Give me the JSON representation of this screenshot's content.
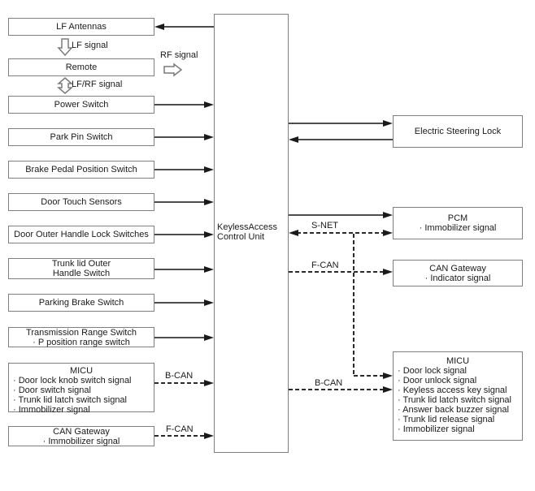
{
  "colors": {
    "background": "#ffffff",
    "box_border": "#7f7f7f",
    "solid_line": "#4d4d4d",
    "dashed_line": "#2b2b2b",
    "arrowhead": "#1a1a1a",
    "text": "#1a1a1a"
  },
  "central_unit": {
    "lines": [
      "KeylessAccess",
      "Control Unit"
    ]
  },
  "left_boxes": [
    {
      "label": "LF Antennas"
    },
    {
      "label": "Remote"
    },
    {
      "label": "Power Switch"
    },
    {
      "label": "Park Pin Switch"
    },
    {
      "label": "Brake Pedal Position Switch"
    },
    {
      "label": "Door Touch Sensors"
    },
    {
      "label": "Door Outer Handle Lock Switches"
    },
    {
      "lines": [
        "Trunk lid Outer",
        "Handle Switch"
      ]
    },
    {
      "label": "Parking Brake Switch"
    },
    {
      "title": "Transmission Range Switch",
      "items": [
        "· P position range switch"
      ]
    },
    {
      "title": "MICU",
      "items": [
        "· Door lock knob switch signal",
        "· Door switch signal",
        "· Trunk lid latch switch signal",
        "· Immobilizer signal"
      ]
    },
    {
      "title": "CAN Gateway",
      "items": [
        "· Immobilizer signal"
      ]
    }
  ],
  "right_boxes": [
    {
      "label": "Electric Steering Lock"
    },
    {
      "title": "PCM",
      "items": [
        "· Immobilizer signal"
      ]
    },
    {
      "title": "CAN Gateway",
      "items": [
        "· Indicator signal"
      ]
    },
    {
      "title": "MICU",
      "items": [
        "· Door lock signal",
        "· Door unlock signal",
        "· Keyless access key signal",
        "· Trunk lid latch switch signal",
        "· Answer back buzzer signal",
        "· Trunk lid release signal",
        "· Immobilizer signal"
      ]
    }
  ],
  "signal_labels": {
    "lf": "LF signal",
    "rf": "RF signal",
    "lf_rf": "LF/RF signal",
    "s_net": "S-NET",
    "f_can_right": "F-CAN",
    "b_can_right": "B-CAN",
    "b_can_left": "B-CAN",
    "f_can_left": "F-CAN"
  }
}
